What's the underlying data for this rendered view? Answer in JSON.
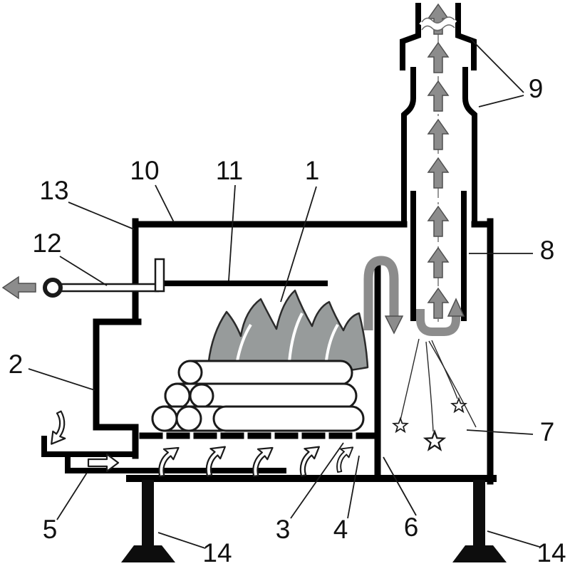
{
  "figure": {
    "type": "technical-diagram",
    "subject": "wood-burning slow-combustion stove cross-section with chimney",
    "background": "#ffffff",
    "colors": {
      "line": "#000000",
      "smoke_arrow": "#8c8c8c",
      "flame": "#979b9b",
      "label_text": "#111111"
    },
    "labels": {
      "n1": "1",
      "n2": "2",
      "n3": "3",
      "n4": "4",
      "n5": "5",
      "n6": "6",
      "n7": "7",
      "n8": "8",
      "n9": "9",
      "n10": "10",
      "n11": "11",
      "n12": "12",
      "n13": "13",
      "n14": "14"
    }
  }
}
